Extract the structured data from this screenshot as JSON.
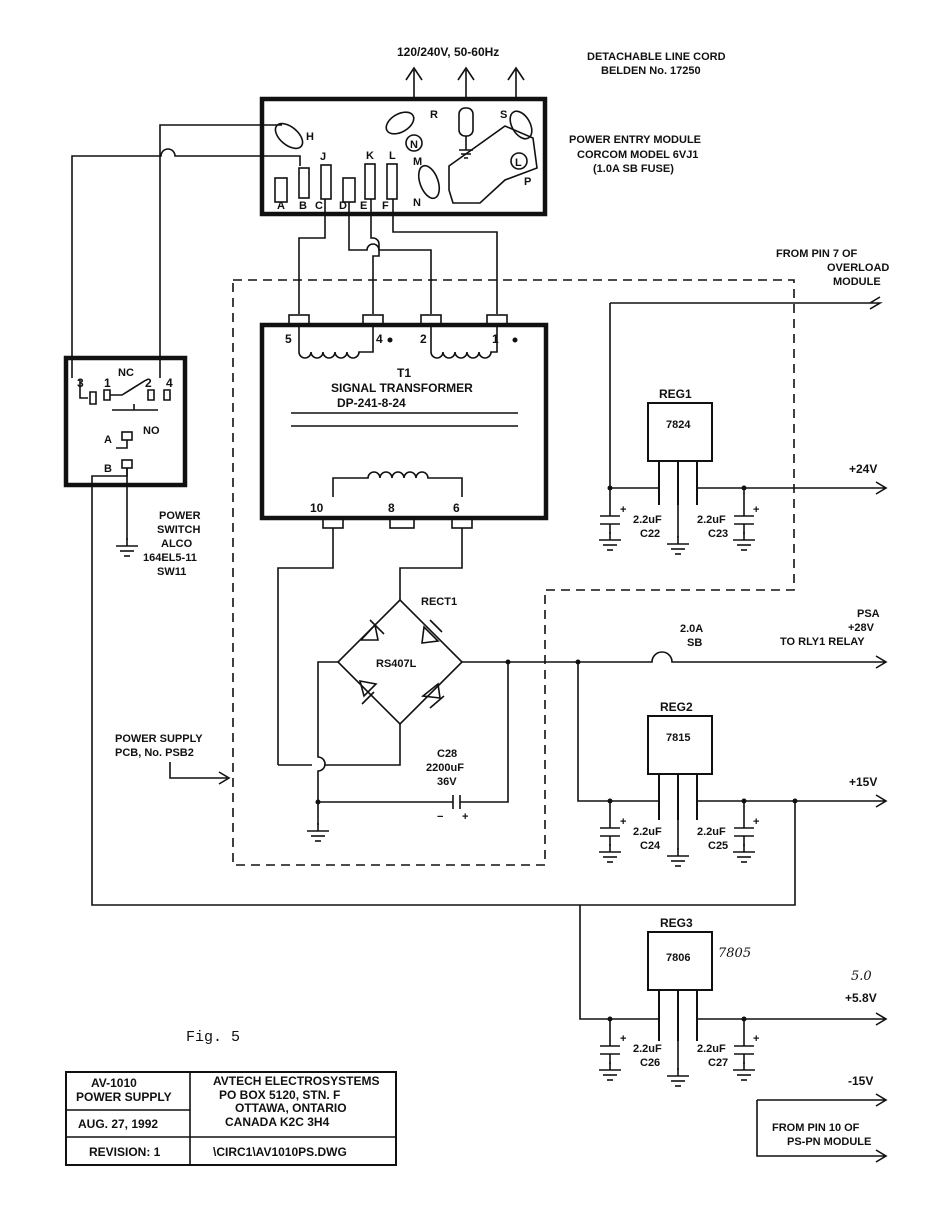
{
  "line_input": {
    "voltage": "120/240V, 50-60Hz",
    "cord_l1": "DETACHABLE LINE CORD",
    "cord_l2": "BELDEN No. 17250"
  },
  "pem": {
    "l1": "POWER ENTRY MODULE",
    "l2": "CORCOM MODEL 6VJ1",
    "l3": "(1.0A SB FUSE)",
    "terms": [
      "A",
      "B",
      "C",
      "D",
      "E",
      "F",
      "H",
      "J",
      "K",
      "L",
      "M",
      "N",
      "P",
      "R",
      "S"
    ],
    "n": "N",
    "l": "L"
  },
  "transformer": {
    "ref": "T1",
    "name": "SIGNAL TRANSFORMER",
    "part": "DP-241-8-24",
    "primary_pins": [
      "5",
      "4",
      "2",
      "1"
    ],
    "secondary_pins": [
      "10",
      "8",
      "6"
    ]
  },
  "switch": {
    "l1": "POWER",
    "l2": "SWITCH",
    "l3": "ALCO",
    "l4": "164EL5-11",
    "l5": "SW11",
    "pins": [
      "3",
      "1",
      "2",
      "4"
    ],
    "nc": "NC",
    "no": "NO",
    "a": "A",
    "b": "B"
  },
  "overload": {
    "l1": "FROM PIN 7 OF",
    "l2": "OVERLOAD",
    "l3": "MODULE"
  },
  "reg1": {
    "ref": "REG1",
    "part": "7824",
    "out": "+24V",
    "c_left": "C22",
    "c_right": "C23",
    "cap_value": "2.2uF"
  },
  "reg2": {
    "ref": "REG2",
    "part": "7815",
    "out": "+15V",
    "c_left": "C24",
    "c_right": "C25",
    "cap_value": "2.2uF"
  },
  "reg3": {
    "ref": "REG3",
    "part": "7806",
    "out": "+5.8V",
    "c_left": "C26",
    "c_right": "C27",
    "cap_value": "2.2uF",
    "hand_part": "7805",
    "hand_out": "5.0"
  },
  "rectifier": {
    "ref": "RECT1",
    "part": "RS407L"
  },
  "c28": {
    "ref": "C28",
    "value": "2200uF",
    "voltage": "36V"
  },
  "fuse": {
    "l1": "2.0A",
    "l2": "SB"
  },
  "psa": {
    "l1": "PSA",
    "l2": "+28V",
    "l3": "TO RLY1 RELAY"
  },
  "neg15": {
    "out": "-15V",
    "l1": "FROM PIN 10 OF",
    "l2": "PS-PN MODULE"
  },
  "pcb": {
    "l1": "POWER SUPPLY",
    "l2": "PCB, No. PSB2"
  },
  "fig": "Fig. 5",
  "title_block": {
    "title1": "AV-1010",
    "title2": "POWER SUPPLY",
    "date": "AUG. 27, 1992",
    "revision": "REVISION: 1",
    "company1": "AVTECH ELECTROSYSTEMS",
    "company2": "PO BOX 5120, STN. F",
    "company3": "OTTAWA, ONTARIO",
    "company4": "CANADA  K2C 3H4",
    "file": "\\CIRC1\\AV1010PS.DWG"
  }
}
